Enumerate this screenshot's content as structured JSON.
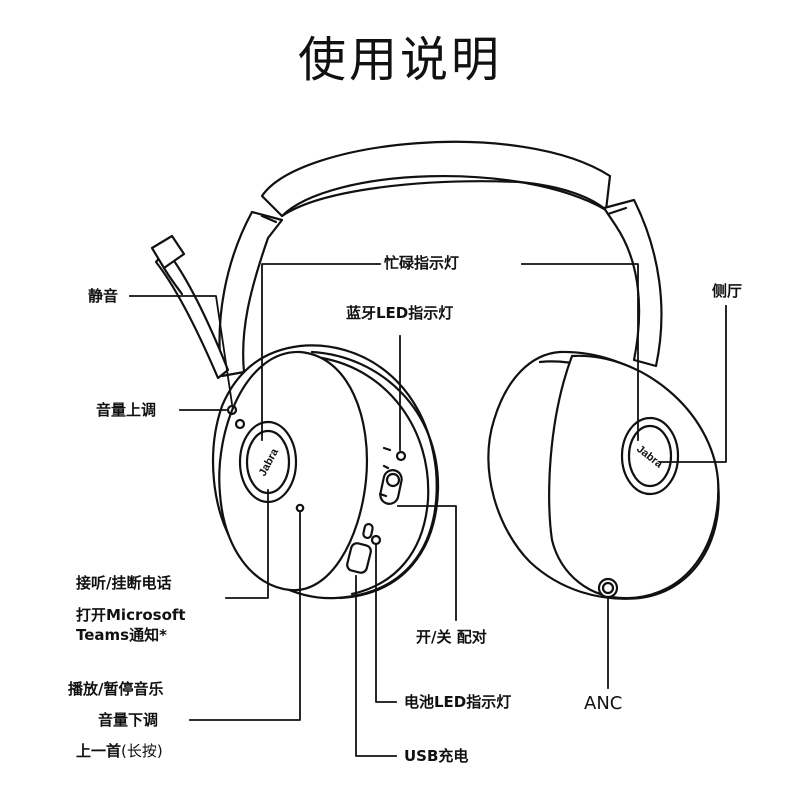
{
  "title": "使用说明",
  "labels": {
    "busy_light": "忙碌指示灯",
    "bluetooth_led": "蓝牙LED指示灯",
    "sidetone": "侧厅",
    "mute": "静音",
    "volume_up": "音量上调",
    "answer_end": "接听/挂断电话",
    "teams_line1": "打开Microsoft",
    "teams_line2": "Teams通知*",
    "power_pair": "开/关 配对",
    "play_pause": "播放/暂停音乐",
    "volume_down": "音量下调",
    "previous_a": "上一首",
    "previous_b": "(长按)",
    "battery_led": "电池LED指示灯",
    "anc": "ANC",
    "usb_charge": "USB充电"
  },
  "brand": {
    "left_logo": "Jabra",
    "right_logo": "Jabra"
  },
  "colors": {
    "ink": "#111111",
    "background": "#ffffff"
  }
}
